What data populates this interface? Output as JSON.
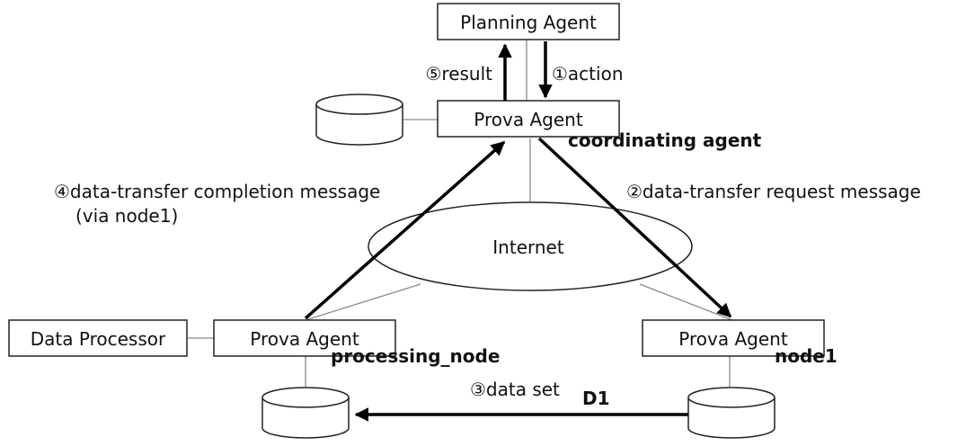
{
  "nodes": {
    "planning_agent": "Planning Agent",
    "prova_top": "Prova Agent",
    "prova_left": "Prova Agent",
    "prova_right": "Prova Agent",
    "data_processor": "Data Processor",
    "internet": "Internet"
  },
  "roles": {
    "coordinating": "coordinating agent",
    "processing": "processing_node",
    "node1": "node1"
  },
  "messages": {
    "result": "⑤result",
    "action": "①action",
    "request": "②data-transfer request message",
    "completion_line1": "④data-transfer completion message",
    "completion_line2": "(via node1)",
    "data_set": "③data set",
    "d1": "D1"
  }
}
